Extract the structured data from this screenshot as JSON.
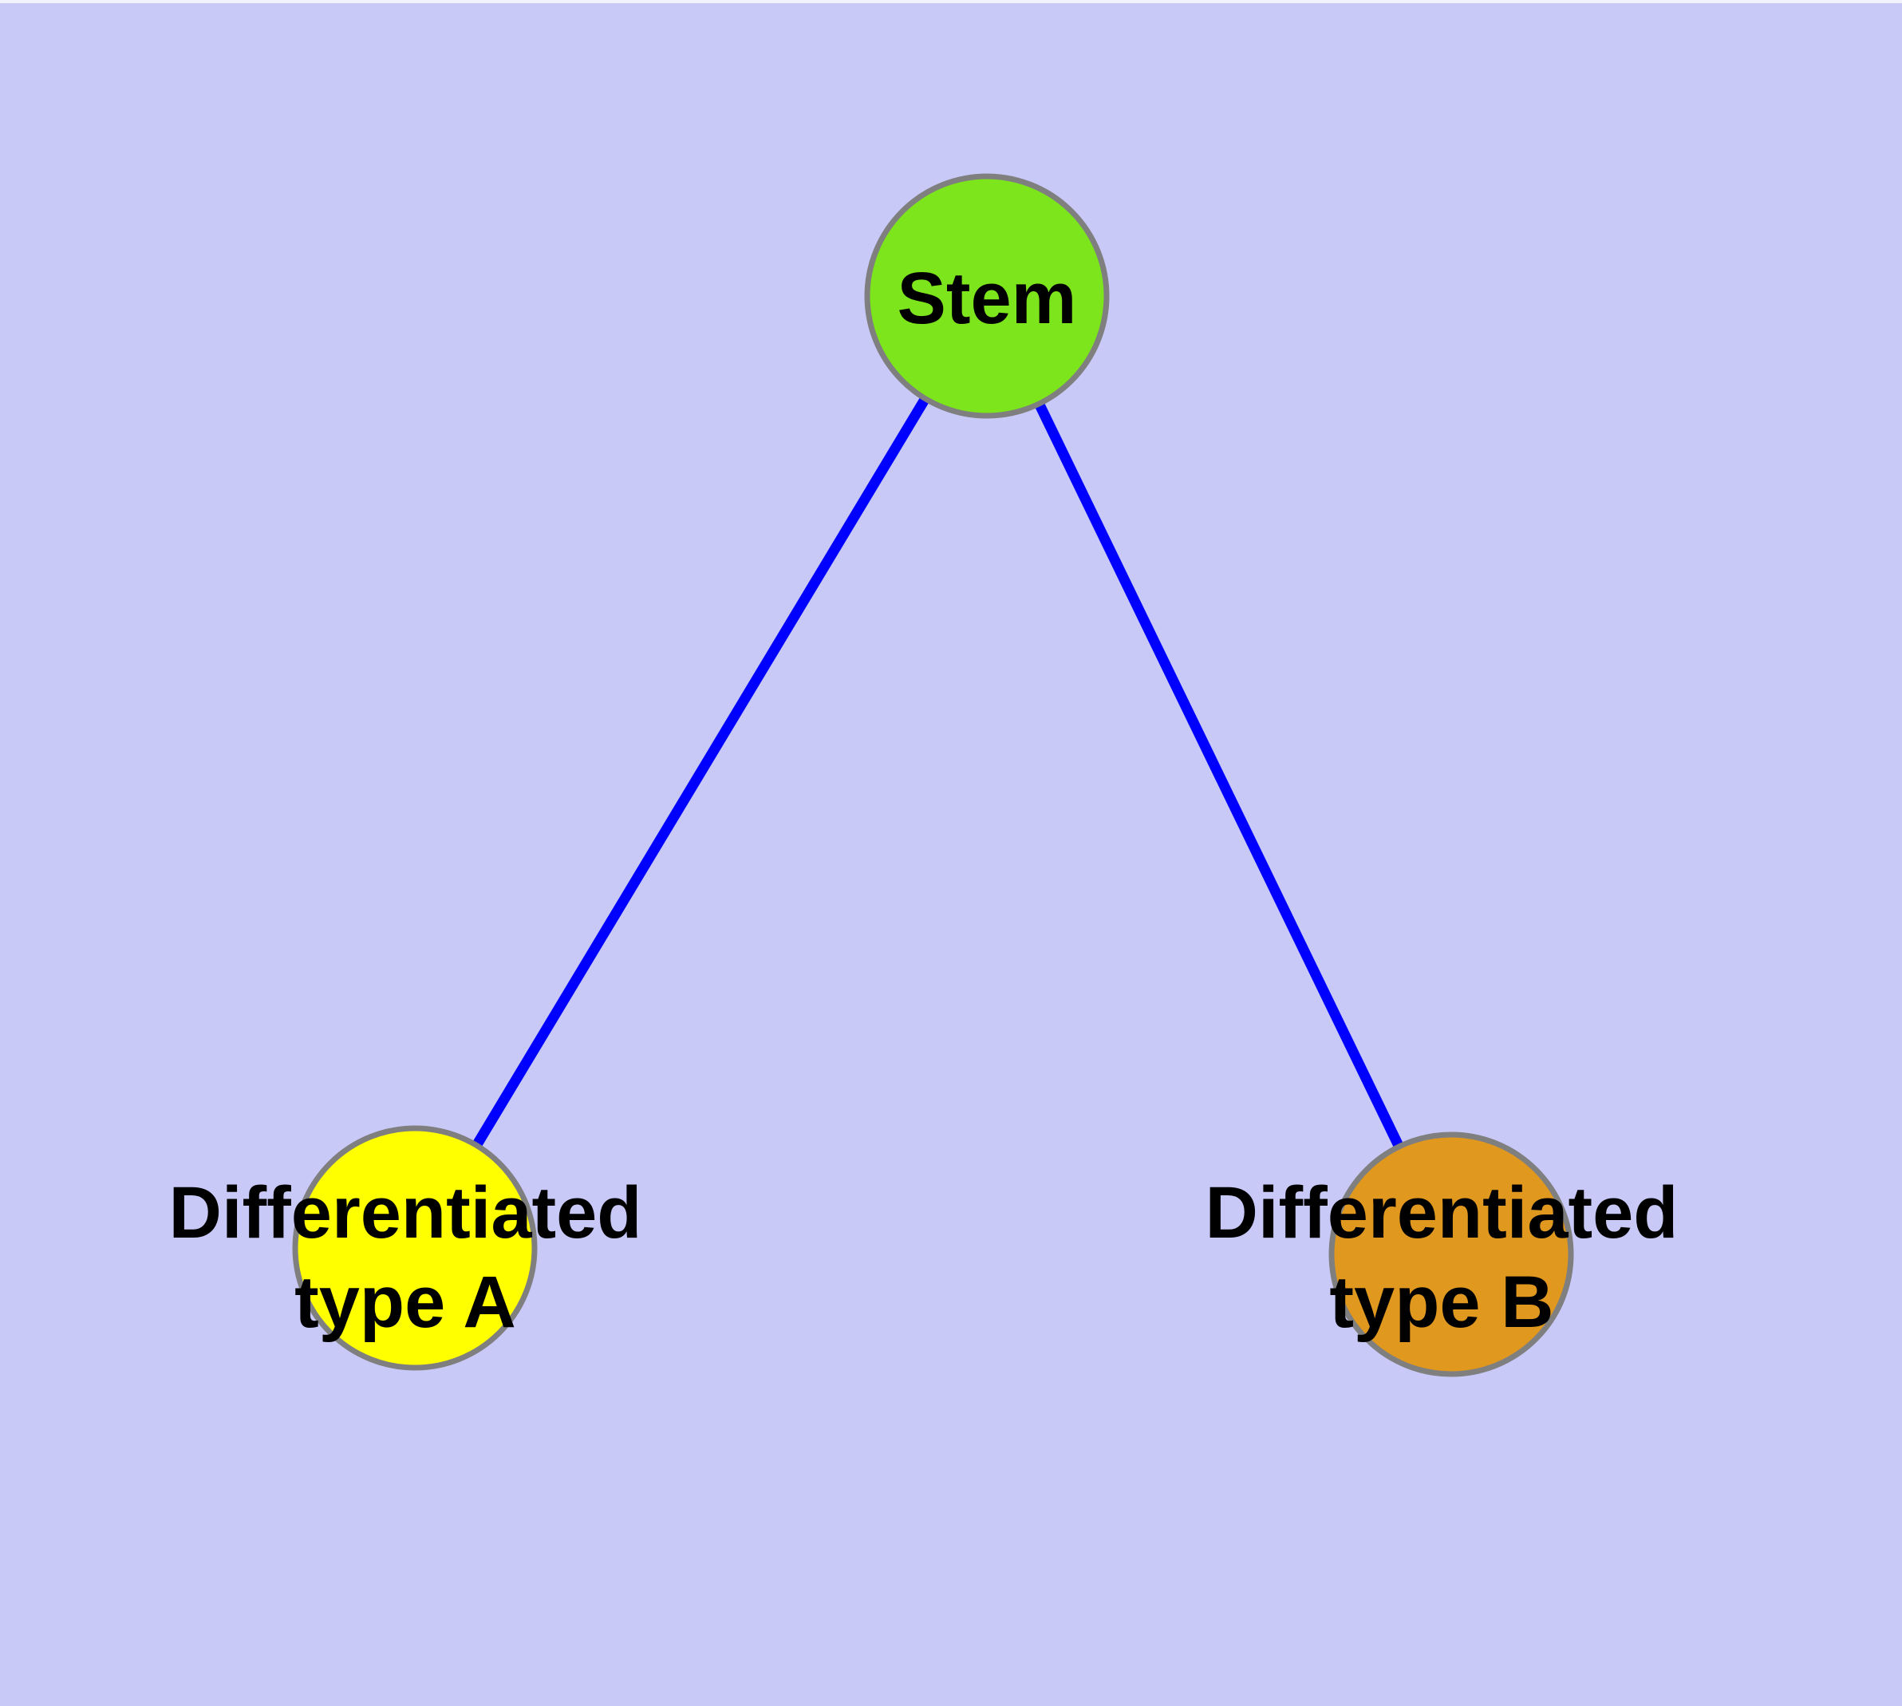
{
  "diagram": {
    "background_color": "#C9C9F8",
    "top_strip_color": "#F2F2FC",
    "edge_color": "#0000FF",
    "node_border_color": "#7F7F7F",
    "label_color": "#000000",
    "nodes": [
      {
        "id": "stem",
        "label": "Stem",
        "fill": "#7DE51C"
      },
      {
        "id": "differentiated-type-a",
        "label": "Differentiated type A",
        "label_line1": "Differentiated",
        "label_line2": "type A",
        "fill": "#FFFF00"
      },
      {
        "id": "differentiated-type-b",
        "label": "Differentiated type B",
        "label_line1": "Differentiated",
        "label_line2": "type B",
        "fill": "#E0981F"
      }
    ],
    "edges": [
      {
        "from": "Stem",
        "to": "Differentiated type A"
      },
      {
        "from": "Stem",
        "to": "Differentiated type B"
      }
    ]
  }
}
